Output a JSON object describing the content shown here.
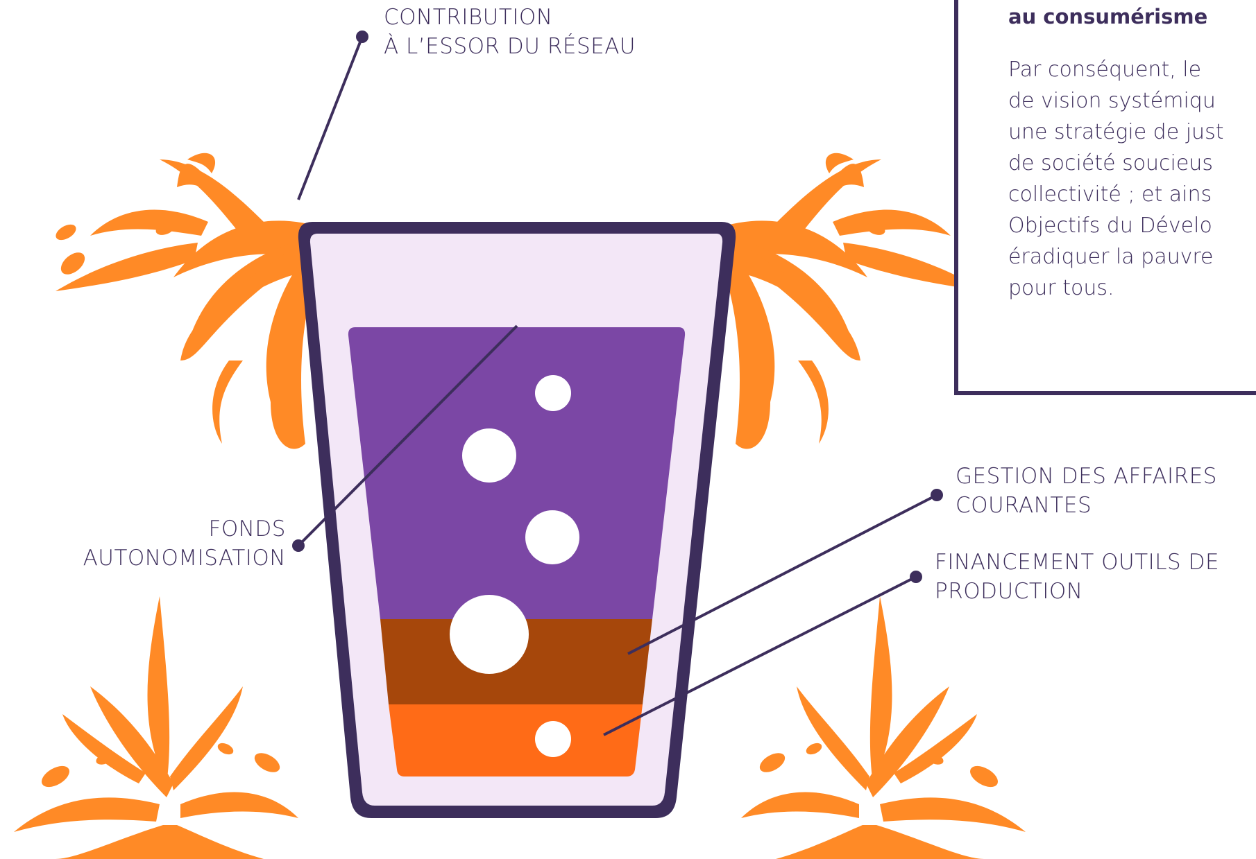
{
  "colors": {
    "outline": "#3d2e5c",
    "glass_fill": "#f3e7f7",
    "layer_fonds": "#7b47a5",
    "layer_gestion": "#a6470b",
    "layer_financement": "#ff6b17",
    "splash": "#ff8a26",
    "bubble": "#ffffff",
    "text": "#3d2e5c"
  },
  "icons": {
    "glass": "drinking-glass-icon",
    "splash": "liquid-splash-icon",
    "bubble": "bubble-icon",
    "marker": "leader-dot-icon"
  },
  "labels": {
    "contribution": [
      "CONTRIBUTION",
      "À L’ESSOR DU RÉSEAU"
    ],
    "fonds": [
      "FONDS",
      "AUTONOMISATION"
    ],
    "gestion": [
      "GESTION DES AFFAIRES",
      "COURANTES"
    ],
    "financement": [
      "FINANCEMENT OUTILS DE",
      "PRODUCTION"
    ]
  },
  "text_box": {
    "heading": "au consumérisme",
    "body_lines": [
      "Par conséquent, le",
      "de vision systémiqu",
      "une stratégie de just",
      "de société soucieus",
      "collectivité ; et ains",
      "Objectifs du Dévelo",
      "éradiquer la pauvre",
      "pour tous."
    ]
  }
}
